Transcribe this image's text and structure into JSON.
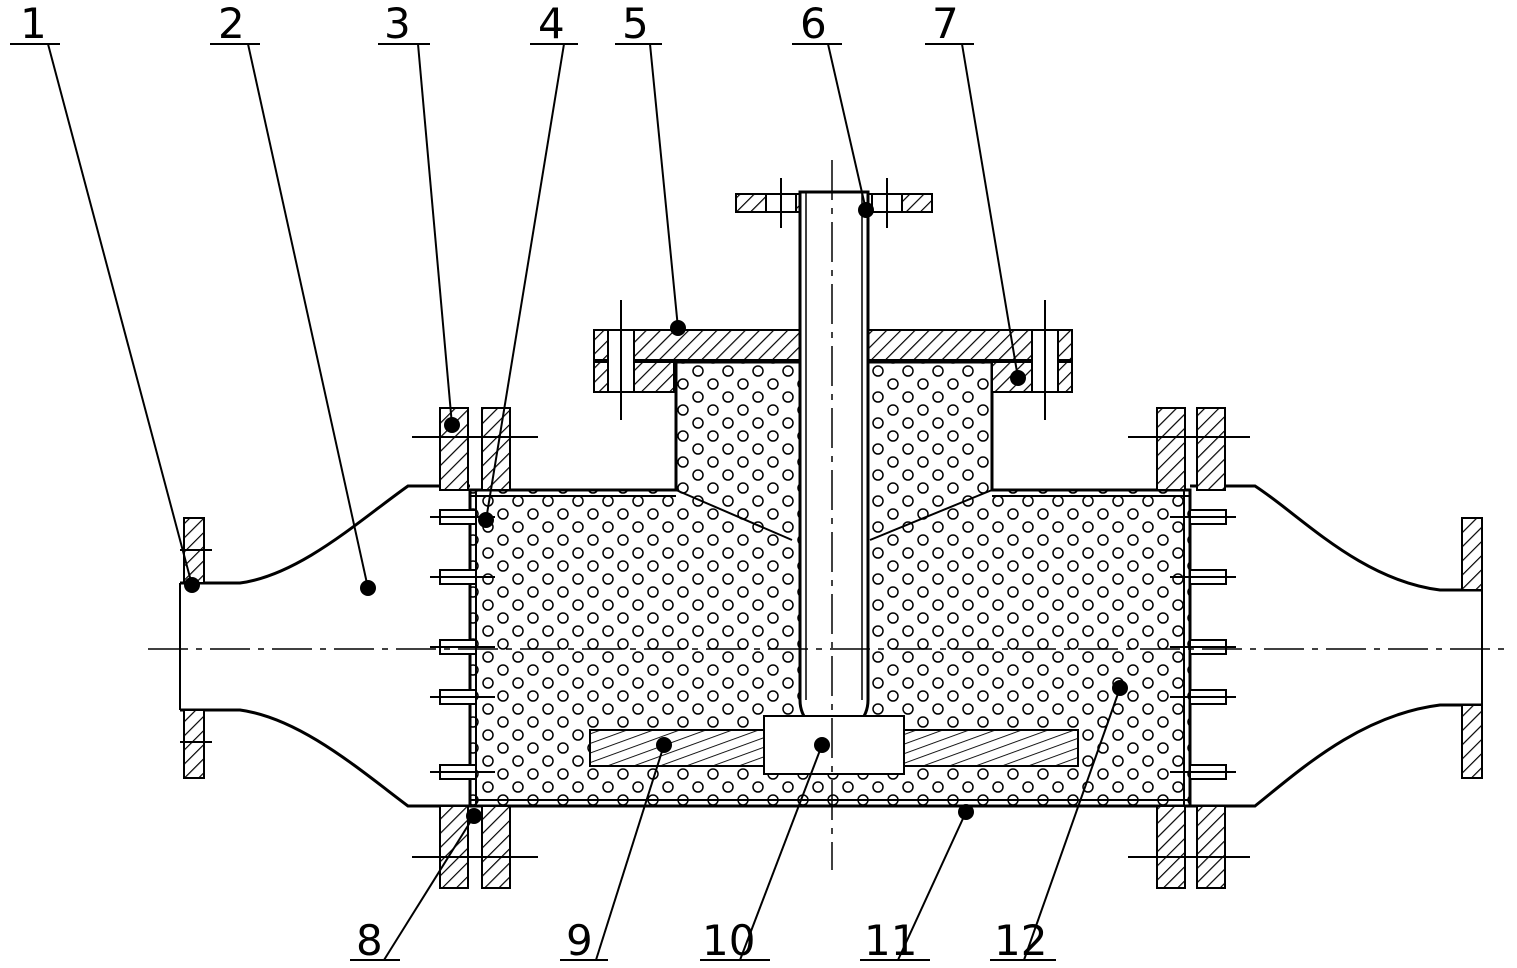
{
  "figure": {
    "labels": [
      "1",
      "2",
      "3",
      "4",
      "5",
      "6",
      "7",
      "8",
      "9",
      "10",
      "11",
      "12"
    ],
    "colors": {
      "stroke": "#000000",
      "background": "#ffffff",
      "packing": "#ffffff"
    }
  }
}
